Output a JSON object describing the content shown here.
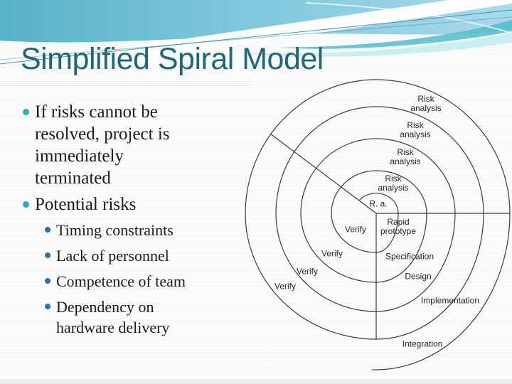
{
  "slide": {
    "title": "Simplified Spiral Model"
  },
  "content": {
    "bullets": [
      {
        "level": 1,
        "text": "If risks cannot be\nresolved, project is\nimmediately\nterminated"
      },
      {
        "level": 1,
        "text": "Potential risks"
      },
      {
        "level": 2,
        "text": "Timing constraints"
      },
      {
        "level": 2,
        "text": "Lack of personnel"
      },
      {
        "level": 2,
        "text": "Competence of team"
      },
      {
        "level": 2,
        "text": "Dependency on\nhardware delivery"
      }
    ]
  },
  "diagram": {
    "labels": [
      {
        "name": "risk-analysis-outer",
        "text": "Risk\nanalysis"
      },
      {
        "name": "risk-analysis-ring3",
        "text": "Risk\nanalysis"
      },
      {
        "name": "risk-analysis-ring2",
        "text": "Risk\nanalysis"
      },
      {
        "name": "risk-analysis-ring1",
        "text": "Risk\nanalysis"
      },
      {
        "name": "risk-analysis-abbrev",
        "text": "R. a."
      },
      {
        "name": "rapid-prototype",
        "text": "Rapid\nprototype"
      },
      {
        "name": "verify-ring1",
        "text": "Verify"
      },
      {
        "name": "verify-ring2",
        "text": "Verify"
      },
      {
        "name": "verify-ring3",
        "text": "Verify"
      },
      {
        "name": "verify-ring4",
        "text": "Verify"
      },
      {
        "name": "specification",
        "text": "Specification"
      },
      {
        "name": "design",
        "text": "Design"
      },
      {
        "name": "implementation",
        "text": "Implementation"
      },
      {
        "name": "integration",
        "text": "Integration"
      }
    ]
  },
  "colors": {
    "title": "#1c6876",
    "body_text": "#1b1b1b",
    "bullet_level1": "#28aec3",
    "bullet_level2": "#2e6db2",
    "diagram_stroke": "#3c3c3c",
    "header_teal_dark": "#58b2c8",
    "header_teal_light": "#a9d9ec",
    "header_wave_aqua": "#4ebdca",
    "header_wave_pale": "#c5ecf2"
  }
}
